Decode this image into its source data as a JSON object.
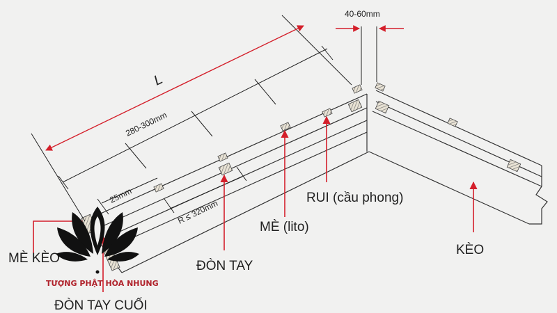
{
  "dimensions": {
    "length": "L",
    "gap": "40-60mm",
    "spacing": "280-300mm",
    "edge": "25mm",
    "radius": "R ≤ 320mm"
  },
  "labels": {
    "rui": "RUI (cầu phong)",
    "me": "MÈ (lito)",
    "don_tay": "ĐÒN TAY",
    "keo": "KÈO",
    "me_keo": "MÈ KÈO",
    "don_tay_cuoi": "ĐÒN TAY CUỐI"
  },
  "watermark": {
    "text": "TƯỢNG PHẬT HÒA NHUNG"
  },
  "colors": {
    "arrow": "#d41f2a",
    "line": "#333333",
    "watermark_text": "#b0222b"
  }
}
